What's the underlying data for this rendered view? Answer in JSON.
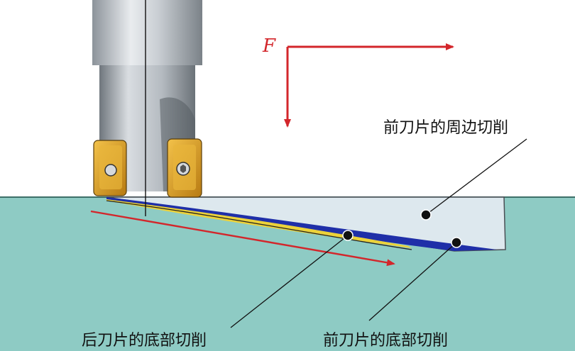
{
  "diagram": {
    "force_label": "F",
    "labels": {
      "front_peripheral": "前刀片的周边切削",
      "rear_bottom": "后刀片的底部切削",
      "front_bottom": "前刀片的底部切削"
    },
    "colors": {
      "workpiece": "#8ecbc4",
      "workpiece_edge": "#3d6f69",
      "cut_region": "#dde8ee",
      "blue_band": "#1f2fa8",
      "yellow_band": "#ecd23a",
      "arrow_red": "#d3262b",
      "tool_body": "#9aa1a8",
      "insert_gold": "#d79b22"
    },
    "icons": [
      "force-arrow-icon",
      "insert-screw-icon"
    ]
  }
}
